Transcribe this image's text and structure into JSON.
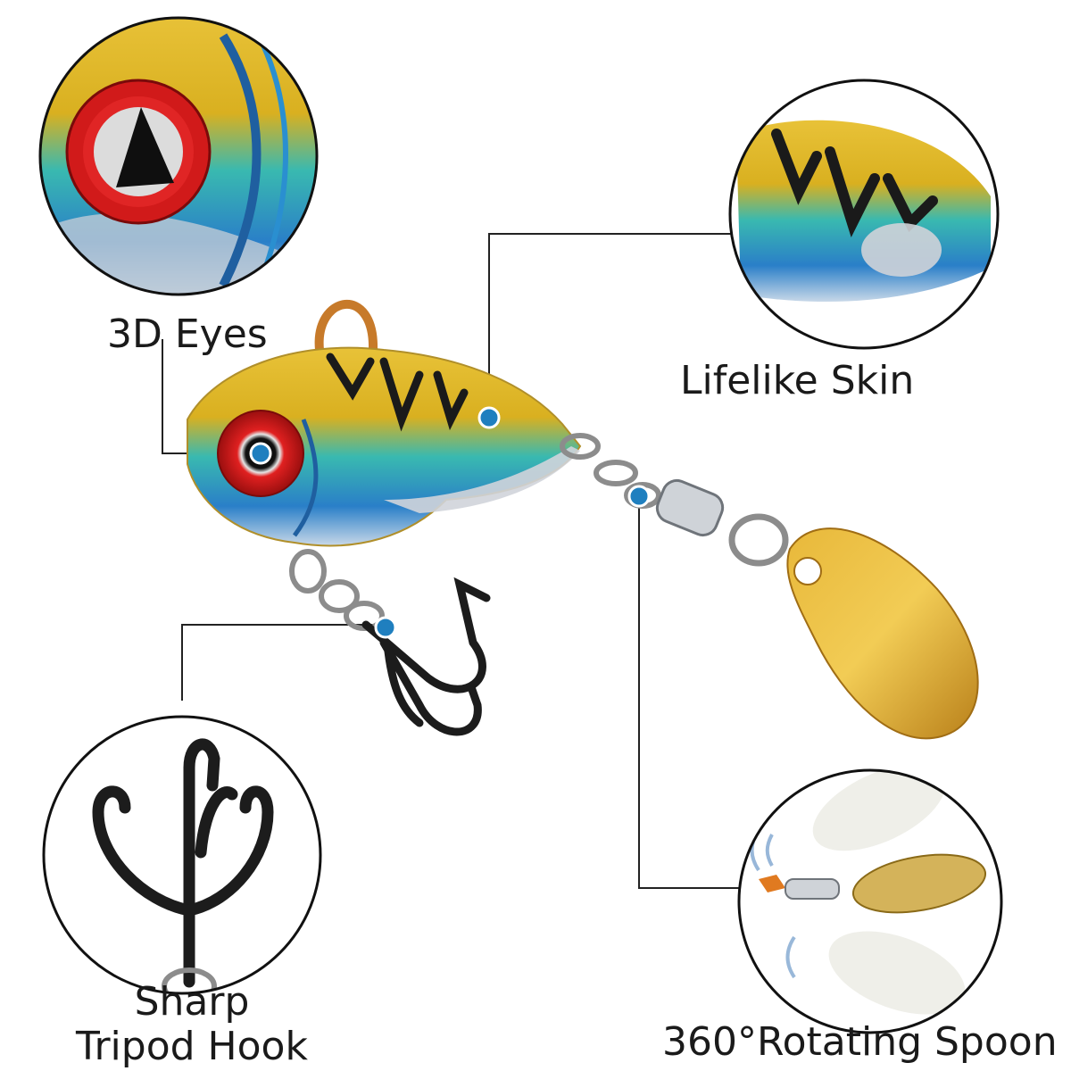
{
  "features": {
    "eyes": {
      "label": "3D Eyes"
    },
    "skin": {
      "label": "Lifelike Skin"
    },
    "hook": {
      "line1": "Sharp",
      "line2": "Tripod Hook"
    },
    "spoon": {
      "label": "360°Rotating Spoon"
    }
  },
  "colors": {
    "marker": "#1f7fbf",
    "leader_line": "#222222",
    "circle_border": "#111111",
    "spoon_gold": "#d9a72c",
    "eye_red": "#d81e1e"
  }
}
